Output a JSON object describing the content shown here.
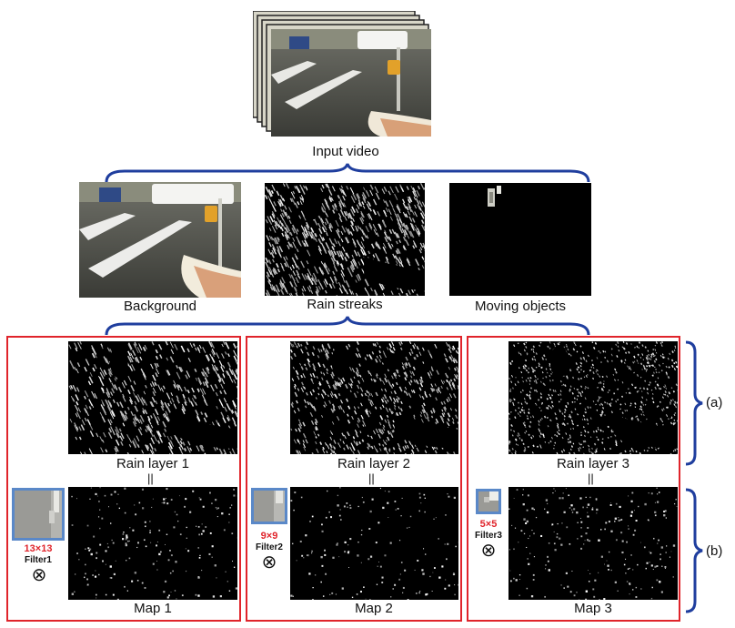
{
  "input_label": "Input video",
  "decomposition": {
    "background_label": "Background",
    "rain_label": "Rain streaks",
    "moving_label": "Moving objects"
  },
  "layers": [
    {
      "layer_label": "Rain layer 1",
      "map_label": "Map 1",
      "filter_size": "13×13",
      "filter_name": "Filter1"
    },
    {
      "layer_label": "Rain layer 2",
      "map_label": "Map 2",
      "filter_size": "9×9",
      "filter_name": "Filter2"
    },
    {
      "layer_label": "Rain layer 3",
      "map_label": "Map 3",
      "filter_size": "5×5",
      "filter_name": "Filter3"
    }
  ],
  "equals_symbol": "||",
  "conv_symbol": "⊗",
  "side_labels": {
    "a": "(a)",
    "b": "(b)"
  },
  "colors": {
    "brace": "#1f3e9e",
    "box": "#e0242b",
    "filter_border": "#5a88c8"
  }
}
